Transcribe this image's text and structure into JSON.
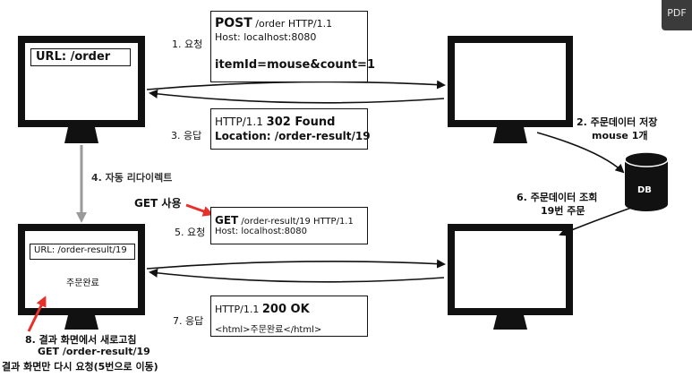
{
  "badge": "PDF",
  "client_top": {
    "url": "URL: /order"
  },
  "client_bottom": {
    "url": "URL: /order-result/19",
    "content": "주문완료"
  },
  "request1": {
    "step": "1. 요청",
    "line1_method": "POST",
    "line1_rest": " /order HTTP/1.1",
    "line2": "Host: localhost:8080",
    "line3": "itemId=mouse&count=1"
  },
  "response1": {
    "step": "3. 응답",
    "line1_prefix": "HTTP/1.1 ",
    "line1_status": "302 Found",
    "line2": "Location: /order-result/19"
  },
  "step2": {
    "line1": "2. 주문데이터 저장",
    "line2": "mouse 1개"
  },
  "step4": {
    "label": "4. 자동 리다이렉트"
  },
  "get_note": {
    "label": "GET 사용"
  },
  "request2": {
    "step": "5. 요청",
    "line1_method": "GET",
    "line1_rest": " /order-result/19 HTTP/1.1",
    "line2": "Host: localhost:8080"
  },
  "step6": {
    "line1": "6. 주문데이터 조회",
    "line2": "19번 주문"
  },
  "response2": {
    "step": "7. 응답",
    "line1_prefix": "HTTP/1.1 ",
    "line1_status": "200 OK",
    "line2": "<html>주문완료</html>"
  },
  "step8": {
    "line1": "8. 결과 화면에서 새로고침",
    "line2": "GET /order-result/19",
    "line3": "결과 화면만 다시 요청(5번으로 이동)"
  },
  "db": {
    "label": "DB"
  },
  "colors": {
    "arrow_red": "#e8302a",
    "arrow_gray": "#9a9a9a",
    "ink": "#111111"
  }
}
